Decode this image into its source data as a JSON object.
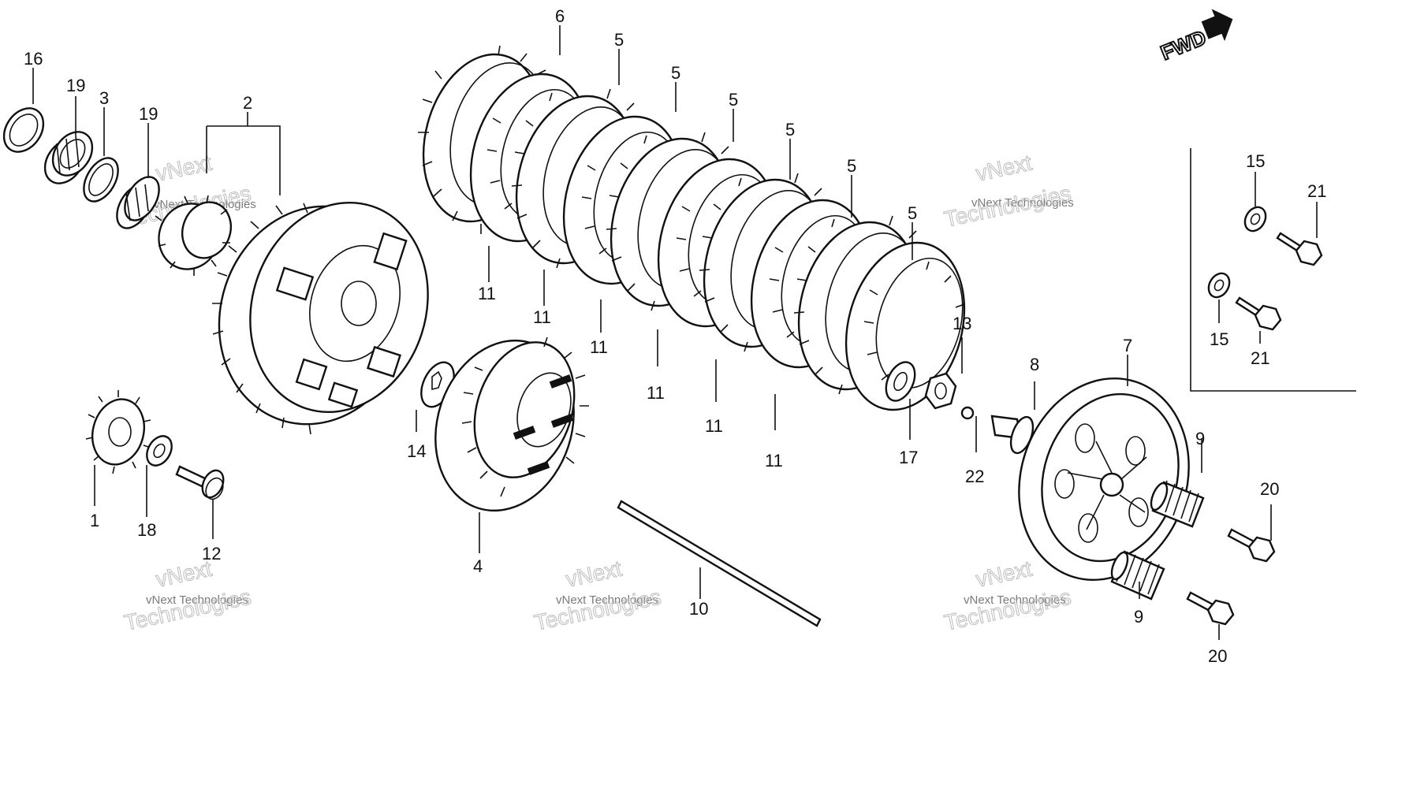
{
  "fwd_label": "FWD",
  "labels": [
    "16",
    "19",
    "3",
    "19",
    "2",
    "6",
    "5",
    "5",
    "5",
    "5",
    "5",
    "5",
    "15",
    "21",
    "15",
    "21",
    "11",
    "11",
    "11",
    "11",
    "11",
    "11",
    "13",
    "8",
    "7",
    "17",
    "22",
    "14",
    "9",
    "9",
    "20",
    "20",
    "1",
    "18",
    "12",
    "4",
    "10"
  ],
  "watermark": {
    "line1": "vNext Technologies",
    "line2": "vNext",
    "line3": "Technologies"
  }
}
